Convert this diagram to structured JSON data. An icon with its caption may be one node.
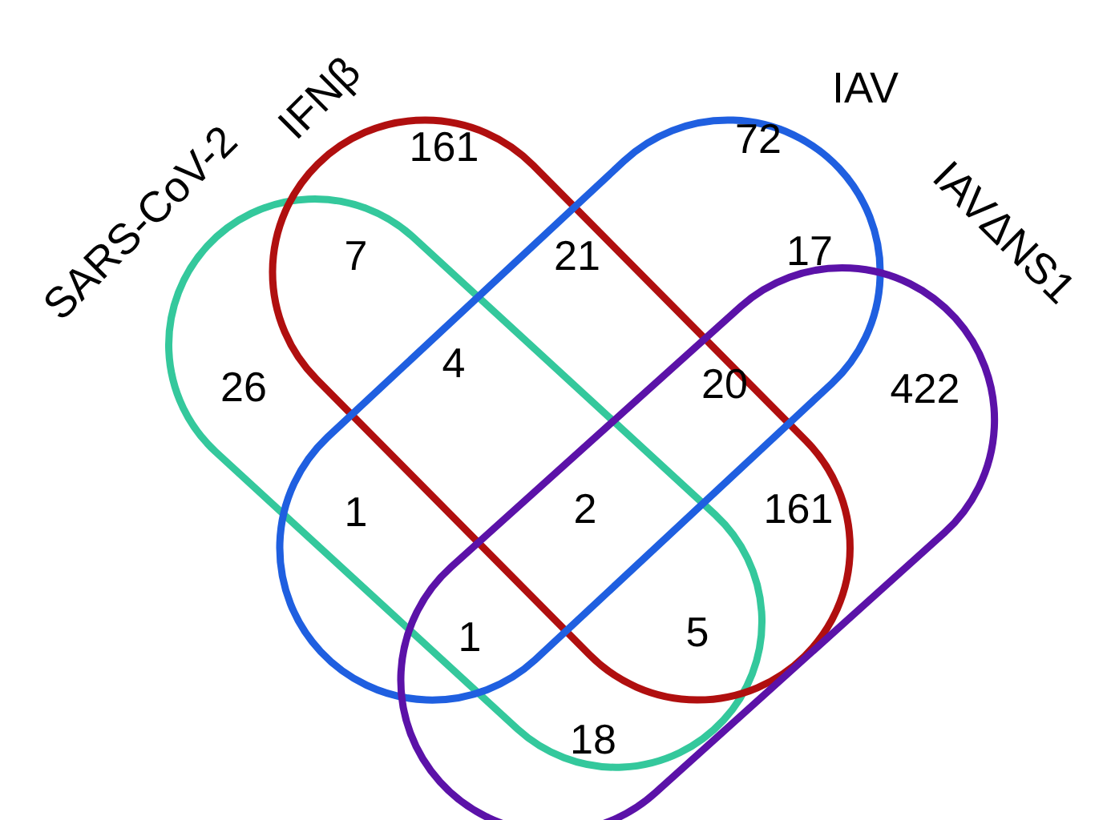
{
  "diagram": {
    "nodes": [
      {
        "text": [
          "SARS-CoV-2"
        ]
      },
      {
        "text": [
          "IFNβ"
        ]
      },
      {
        "text": [
          "IAV"
        ]
      },
      {
        "text": [
          "IAVΔNS1"
        ]
      }
    ],
    "labels": [
      "161",
      "72",
      "7",
      "21",
      "17",
      "26",
      "4",
      "20",
      "422",
      "1",
      "2",
      "161",
      "1",
      "5",
      "18"
    ]
  }
}
